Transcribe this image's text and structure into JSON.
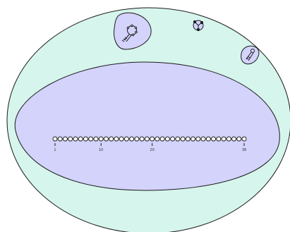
{
  "colors": {
    "outer_fill": "#d6f5ec",
    "inner_fill": "#d3d3fb",
    "blob_fill": "#d3d3fb",
    "stroke": "#1a1a1a",
    "bead_fill": "#ffffff"
  },
  "chain": {
    "beads": 38,
    "tick_labels": [
      "1",
      "10",
      "20",
      "38"
    ],
    "tick_positions": [
      1,
      10,
      20,
      38
    ]
  },
  "icons": {
    "large_blob": "loop-hairpin-icon",
    "small_glyph": "three-way-junction-icon",
    "right_blob": "hairpin-stem-icon"
  }
}
